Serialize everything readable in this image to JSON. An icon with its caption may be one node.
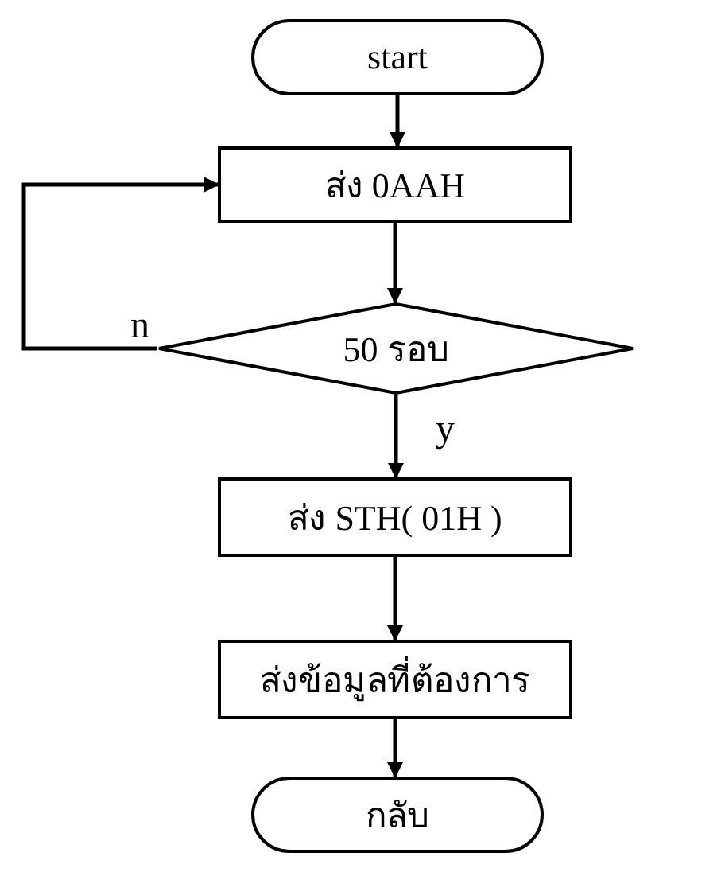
{
  "diagram": {
    "nodes": [
      {
        "text": [
          "start"
        ]
      },
      {
        "text": [
          "ส่ง 0AAH"
        ]
      },
      {
        "text": [
          "50 รอบ"
        ]
      },
      {
        "text": [
          "ส่ง STH( 01H )"
        ]
      },
      {
        "text": [
          "ส่งข้อมูลที่ต้องการ"
        ]
      },
      {
        "text": [
          "กลับ"
        ]
      }
    ],
    "edges": [
      {
        "from": 0,
        "to": 1,
        "arrow": "to"
      },
      {
        "from": 1,
        "to": 2,
        "arrow": "to"
      },
      {
        "from": 2,
        "to": 3,
        "arrow": "to",
        "label": "y"
      },
      {
        "from": 2,
        "to": 1,
        "arrow": "to",
        "label": "n"
      },
      {
        "from": 3,
        "to": 4,
        "arrow": "to"
      },
      {
        "from": 4,
        "to": 5,
        "arrow": "to"
      }
    ]
  }
}
